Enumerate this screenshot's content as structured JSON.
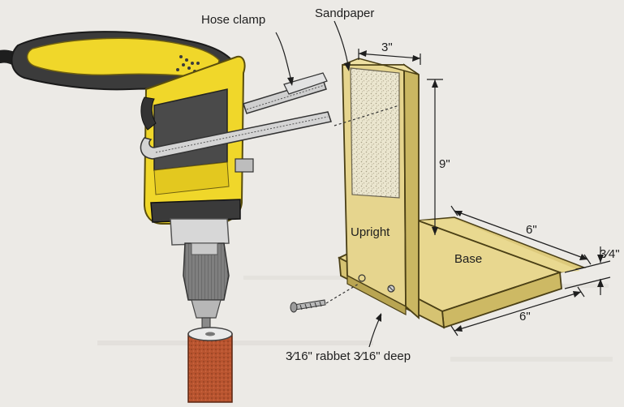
{
  "diagram": {
    "labels": {
      "hose_clamp": "Hose clamp",
      "sandpaper": "Sandpaper",
      "upright": "Upright",
      "base": "Base",
      "rabbet": "3⁄16\" rabbet 3⁄16\" deep"
    },
    "dimensions": {
      "upright_width": "3\"",
      "upright_height": "9\"",
      "base_depth": "6\"",
      "base_width": "6\"",
      "base_thickness": "3⁄4\""
    }
  },
  "colors": {
    "drill_body": "#f0d72a",
    "drill_grip": "#3a3a3a",
    "wood": "#e6d58e",
    "wood_dark": "#c9b66a",
    "sandpaper": "#e9e4cc",
    "sanding_drum": "#b8542f",
    "chuck": "#9a9a9a"
  }
}
